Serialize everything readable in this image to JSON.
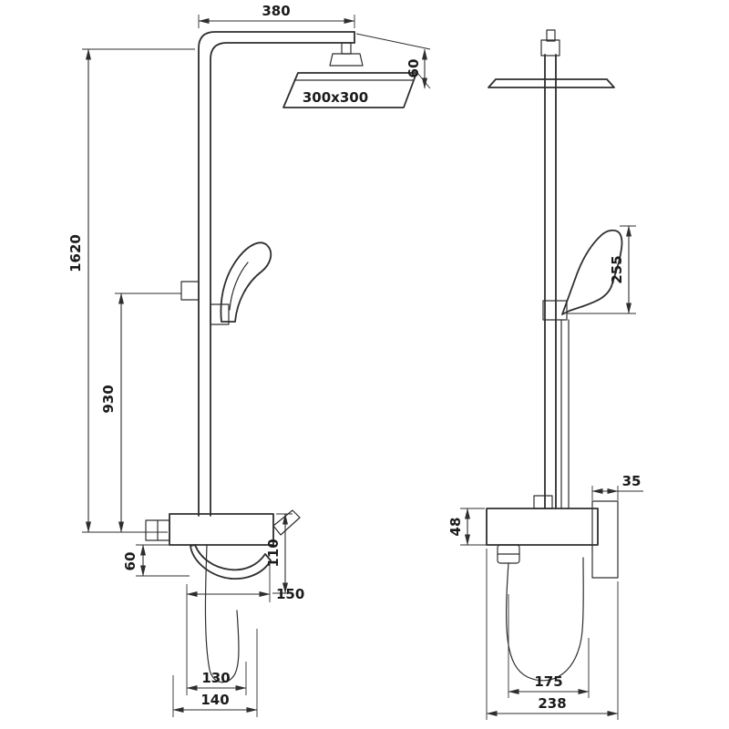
{
  "drawing": {
    "front_view": {
      "dim_top_width": "380",
      "dim_head_drop": "60",
      "dim_head_size": "300x300",
      "dim_total_height": "1620",
      "dim_mixer_height": "930",
      "dim_spout_drop": "60",
      "dim_mixer_to_spout_height": "110",
      "dim_spout_reach": "150",
      "dim_hose_width": "130",
      "dim_base_width": "140"
    },
    "side_view": {
      "dim_hand_shower_length": "255",
      "dim_wall_offset": "35",
      "dim_mixer_depth": "48",
      "dim_hose_loop_width": "175",
      "dim_total_depth": "238"
    }
  }
}
